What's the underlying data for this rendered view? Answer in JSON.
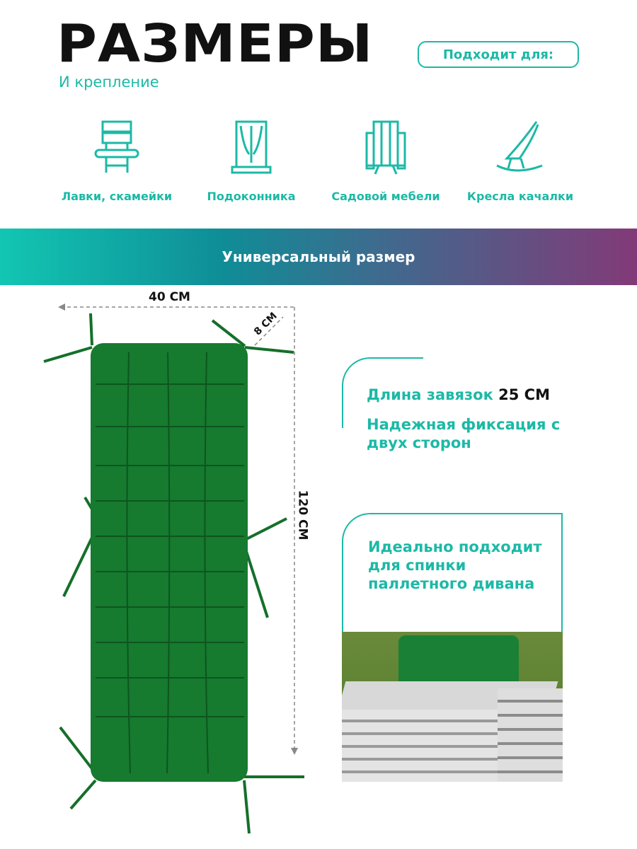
{
  "header": {
    "title": "РАЗМЕРЫ",
    "subtitle": "И крепление",
    "suits_label": "Подходит для:"
  },
  "uses": [
    {
      "icon": "bench-icon",
      "label": "Лавки, скамейки"
    },
    {
      "icon": "window-icon",
      "label": "Подоконника"
    },
    {
      "icon": "garden-furniture-icon",
      "label": "Садовой мебели"
    },
    {
      "icon": "rocking-chair-icon",
      "label": "Кресла качалки"
    }
  ],
  "band": {
    "label": "Универсальный размер"
  },
  "dimensions": {
    "width": "40 СМ",
    "thickness": "8 СМ",
    "length": "120 СМ"
  },
  "colors": {
    "accent": "#1cb9a6",
    "cushion": "#157a2e"
  },
  "features": {
    "ties_label": "Длина завязок",
    "ties_value": "25 СМ",
    "fixation": "Надежная фиксация с двух сторон",
    "pallet": "Идеально подходит для спинки паллетного дивана"
  }
}
